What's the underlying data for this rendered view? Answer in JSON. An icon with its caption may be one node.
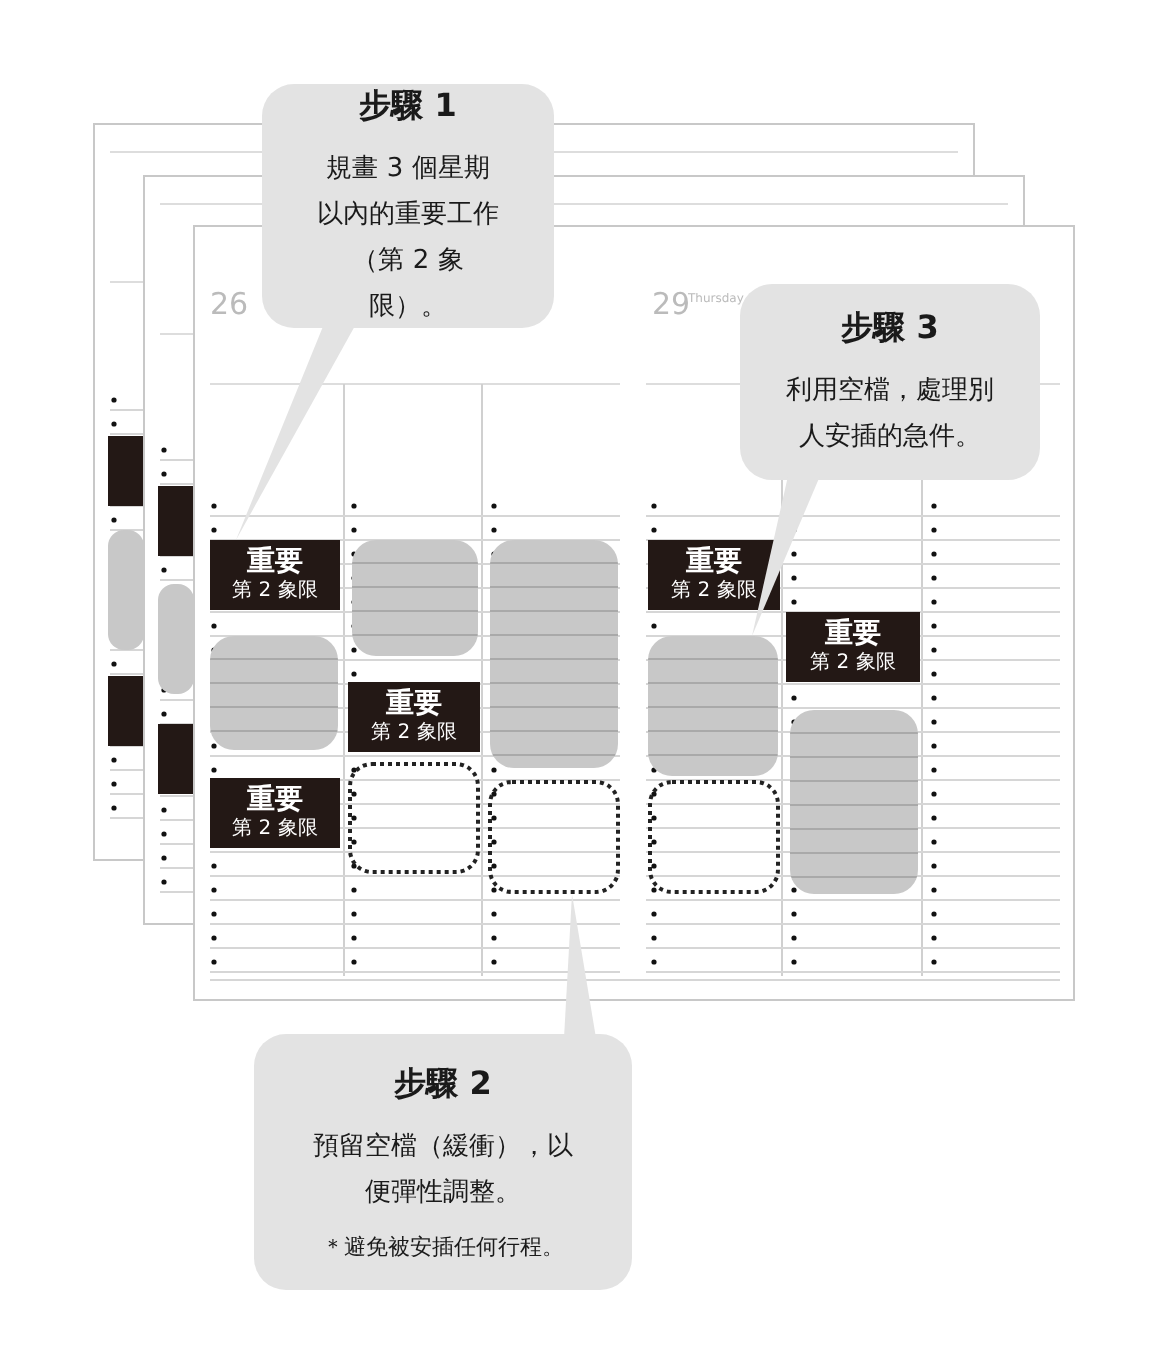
{
  "diagram": {
    "nodes": [
      {
        "text": [
          "步驟 1",
          "規畫 3 個星期以內的重要工作（第 2 象限）。"
        ]
      },
      {
        "text": [
          "步驟 3",
          "利用空檔，處理別人安插的急件。"
        ]
      },
      {
        "text": [
          "重要",
          "第 2 象限"
        ]
      },
      {
        "text": [],
        "shape": "box"
      },
      {
        "text": [],
        "shape": "box"
      },
      {
        "text": [
          "重要",
          "第 2 象限"
        ]
      },
      {
        "text": [
          "重要",
          "第 2 象限"
        ]
      },
      {
        "text": [],
        "shape": "box"
      },
      {
        "text": [],
        "shape": "box"
      },
      {
        "text": [
          "重要",
          "第 2 象限"
        ]
      },
      {
        "text": [],
        "shape": "box"
      },
      {
        "text": [],
        "shape": "box"
      },
      {
        "text": [
          "重要",
          "第 2 象限"
        ]
      },
      {
        "text": [],
        "shape": "box"
      },
      {
        "text": [],
        "shape": "box"
      },
      {
        "text": [
          "步驟 2",
          "預留空檔（緩衝），以便彈性調整。",
          "＊避免被安插任何行程。"
        ]
      }
    ],
    "edges": [
      {
        "from": 0,
        "to": 2,
        "arrow": "none"
      },
      {
        "from": 1,
        "to": 8,
        "arrow": "none"
      },
      {
        "from": 15,
        "to": 13,
        "arrow": "none"
      }
    ],
    "labels": [
      "26",
      "29",
      "Thursday"
    ]
  }
}
